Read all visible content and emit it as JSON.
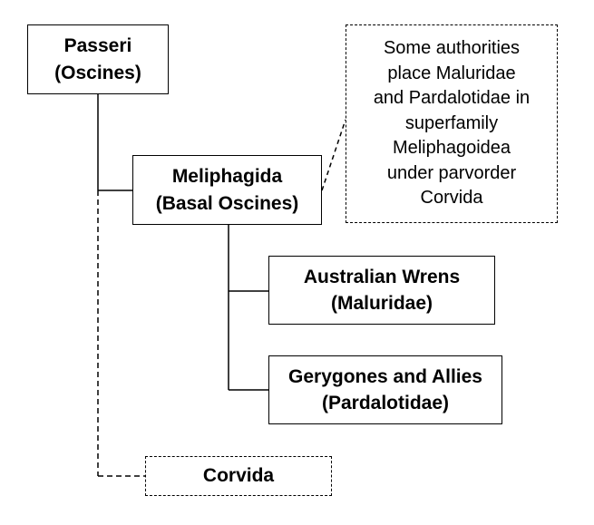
{
  "diagram": {
    "nodes": {
      "passeri": {
        "line1": "Passeri",
        "line2": "(Oscines)"
      },
      "meliphagida": {
        "line1": "Meliphagida",
        "line2": "(Basal Oscines)"
      },
      "maluridae": {
        "line1": "Australian Wrens",
        "line2": "(Maluridae)"
      },
      "pardalotidae": {
        "line1": "Gerygones and Allies",
        "line2": "(Pardalotidae)"
      },
      "corvida": {
        "line1": "Corvida"
      }
    },
    "note": {
      "lines": [
        "Some authorities",
        "place Maluridae",
        "and Pardalotidae in",
        "superfamily",
        "Meliphagoidea",
        "under parvorder",
        "Corvida"
      ]
    }
  }
}
